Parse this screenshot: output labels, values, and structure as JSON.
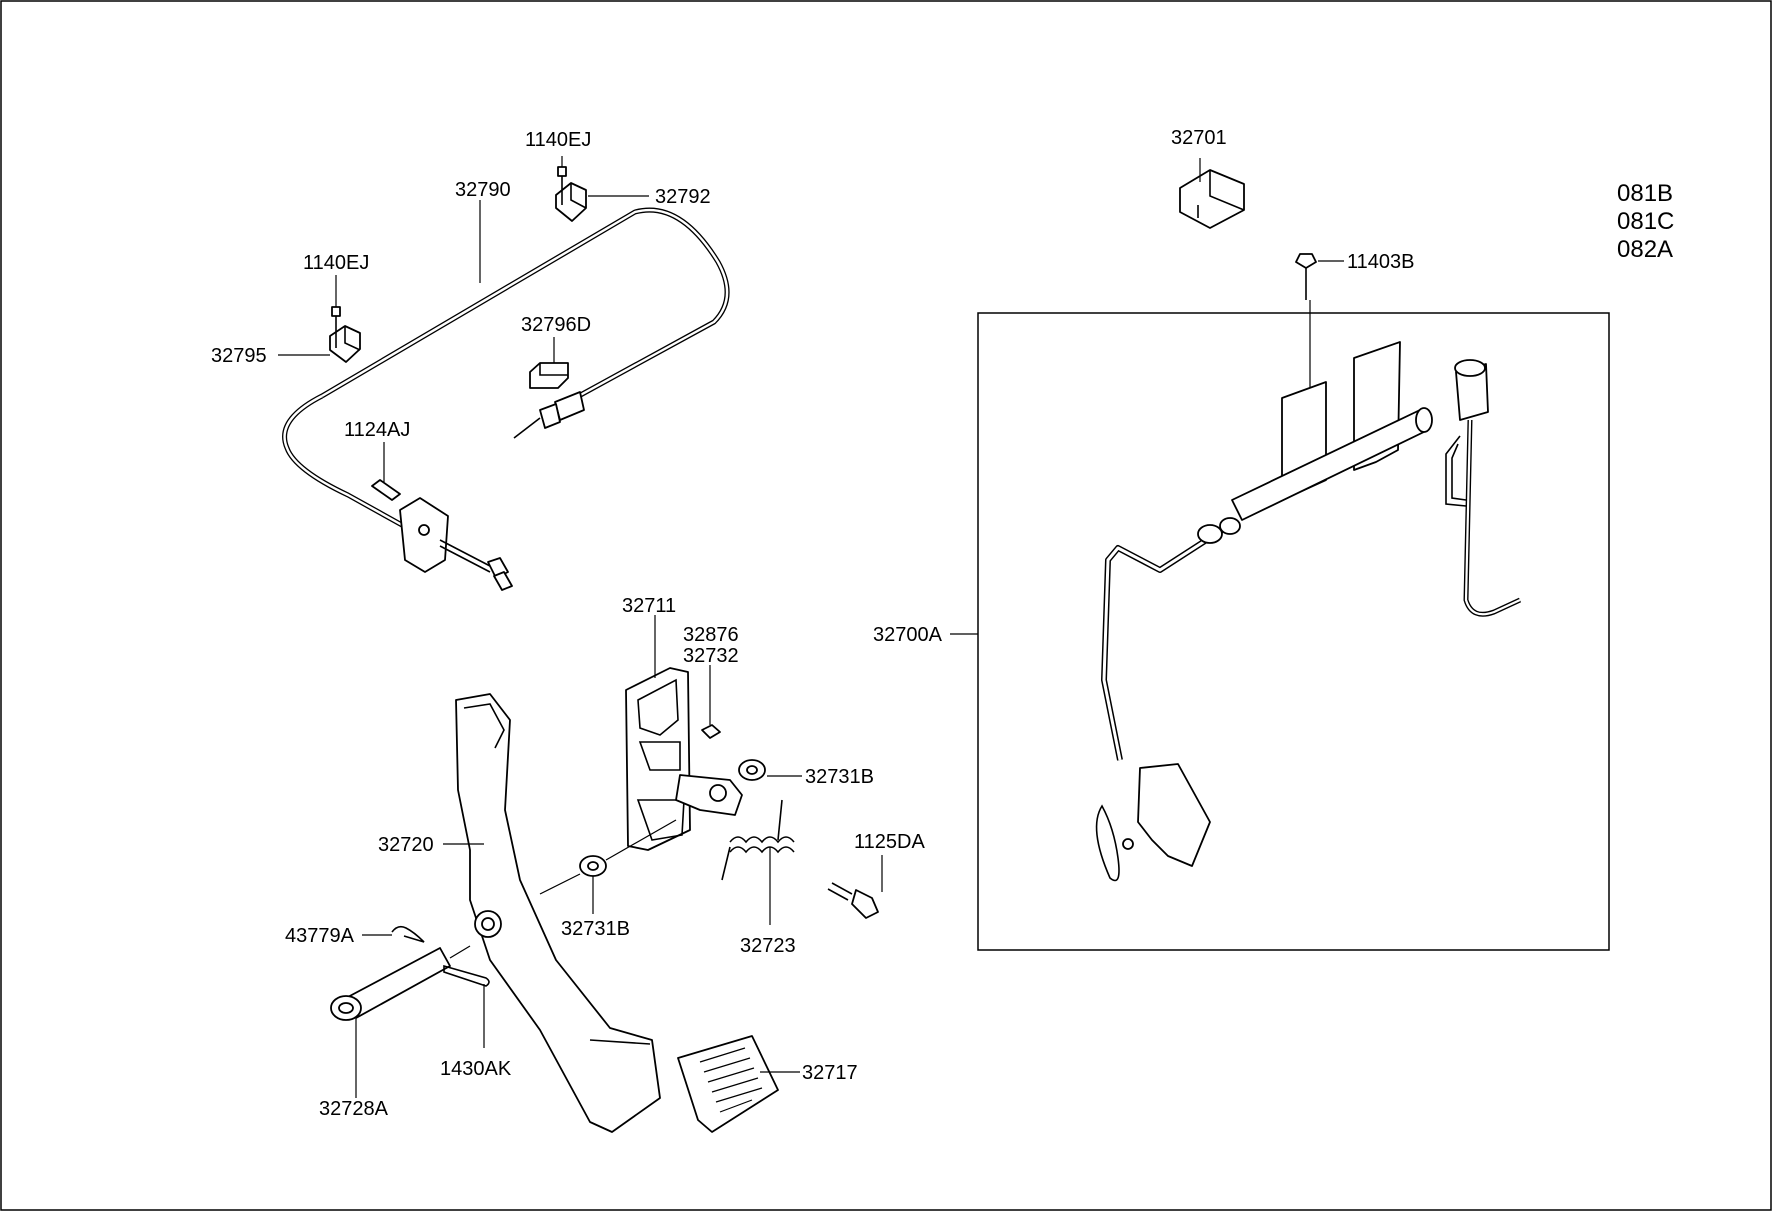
{
  "diagram": {
    "model_codes": [
      "081B",
      "081C",
      "082A"
    ],
    "labels": {
      "p1140EJ_top": "1140EJ",
      "p32792": "32792",
      "p32790": "32790",
      "p1140EJ_left": "1140EJ",
      "p32795": "32795",
      "p32796D": "32796D",
      "p1124AJ": "1124AJ",
      "p32711": "32711",
      "p32876": "32876",
      "p32732": "32732",
      "p32731B_right": "32731B",
      "p32720": "32720",
      "p32731B_lower": "32731B",
      "p43779A": "43779A",
      "p32723": "32723",
      "p1125DA": "1125DA",
      "p1430AK": "1430AK",
      "p32728A": "32728A",
      "p32717": "32717",
      "p32701": "32701",
      "p11403B": "11403B",
      "p32700A": "32700A"
    }
  }
}
